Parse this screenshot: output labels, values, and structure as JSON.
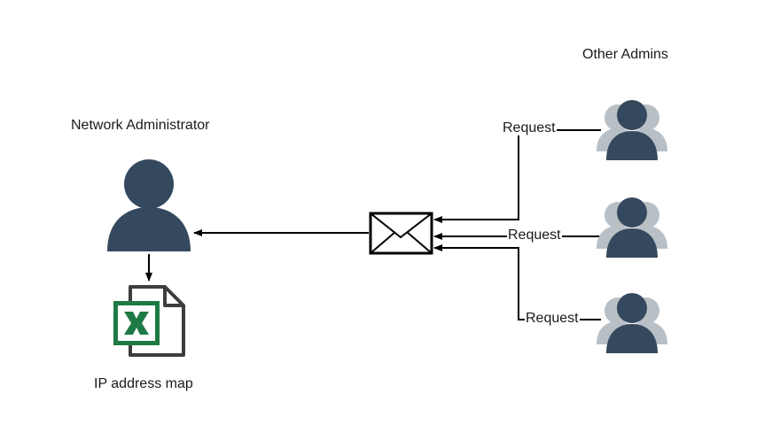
{
  "nodes": {
    "admin": {
      "label": "Network Administrator",
      "icon": "user-icon"
    },
    "file": {
      "label": "IP address map",
      "icon": "excel-file-icon"
    },
    "mail": {
      "icon": "envelope-icon"
    },
    "others": {
      "label": "Other Admins",
      "icon": "user-group-icon"
    }
  },
  "requests": [
    {
      "label": "Request"
    },
    {
      "label": "Request"
    },
    {
      "label": "Request"
    }
  ],
  "colors": {
    "user": "#34495e",
    "user_back": "#b8bfc5",
    "excel_green": "#1e7a45",
    "file_outline": "#3d3d3d",
    "line": "#000000"
  }
}
